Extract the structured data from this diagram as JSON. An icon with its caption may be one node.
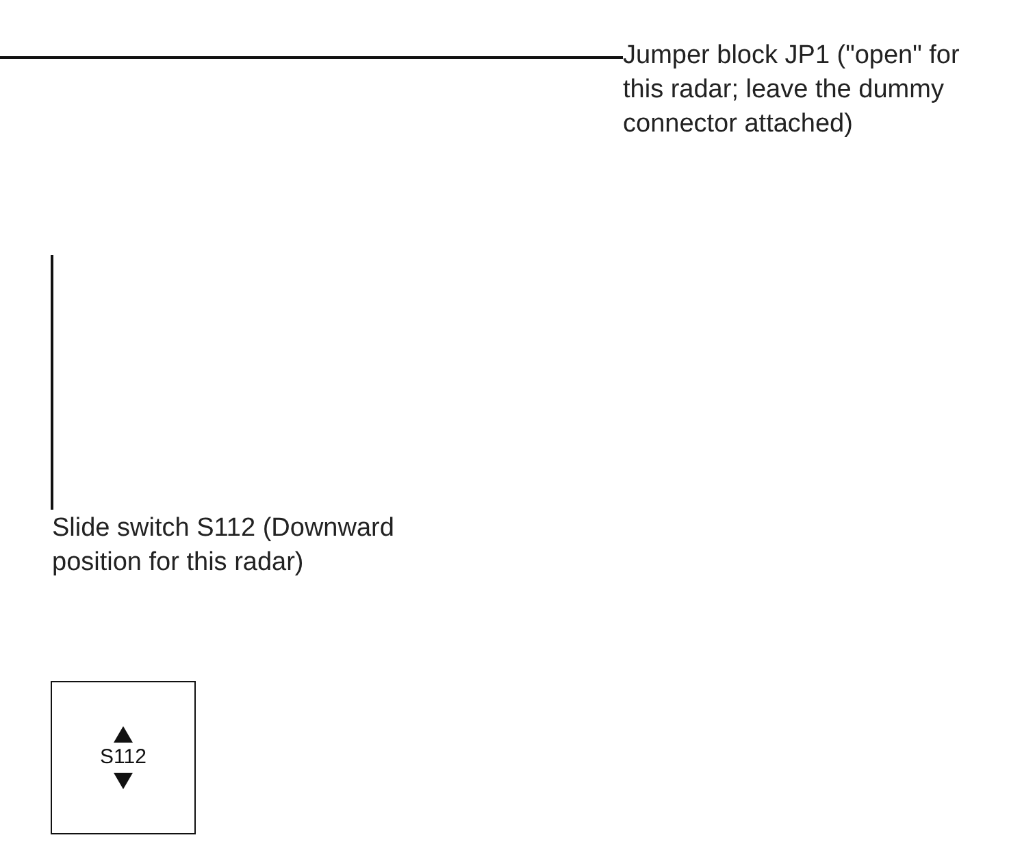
{
  "diagram": {
    "nodes": [
      {
        "text": [
          "Jumper block JP1 (\"open\" for this radar; leave the dummy connector attached)"
        ]
      },
      {
        "text": [
          "Slide switch S112 (Downward position for this radar)"
        ]
      },
      {
        "text": [
          "S112"
        ]
      }
    ],
    "edges": [
      {
        "from": 0,
        "to": null,
        "arrow": "none"
      },
      {
        "from": 1,
        "to": null,
        "arrow": "none"
      }
    ]
  }
}
